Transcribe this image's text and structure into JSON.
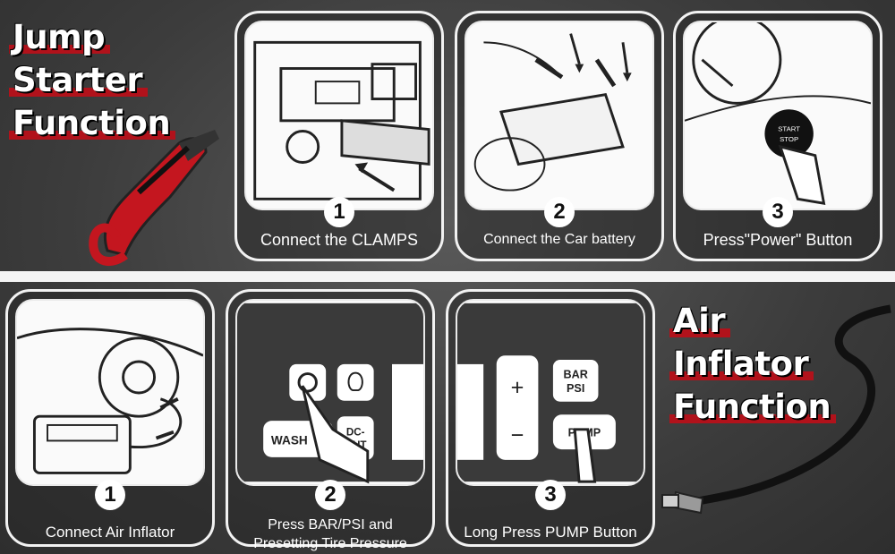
{
  "jump_starter": {
    "title_lines": [
      "Jump",
      "Starter",
      "Function"
    ],
    "steps": [
      {
        "number": "1",
        "caption": "Connect the CLAMPS"
      },
      {
        "number": "2",
        "caption": "Connect the Car battery"
      },
      {
        "number": "3",
        "caption": "Press\"Power\" Button"
      }
    ],
    "button_text": [
      "START",
      "STOP"
    ]
  },
  "air_inflator": {
    "title_lines": [
      "Air",
      "Inflator",
      "Function"
    ],
    "steps": [
      {
        "number": "1",
        "caption": "Connect Air Inflator"
      },
      {
        "number": "2",
        "caption_lines": [
          "Press BAR/PSI and",
          "Presetting Tire Pressure"
        ]
      },
      {
        "number": "3",
        "caption": "Long Press PUMP Button"
      }
    ],
    "panel_labels": {
      "wash": "WASH",
      "dc_out_1": "DC-",
      "dc_out_2": "OUT",
      "plus": "+",
      "minus": "−",
      "bar": "BAR",
      "psi": "PSI",
      "pump": "PUMP"
    }
  },
  "colors": {
    "accent_red": "#b1121b",
    "divider": "#f4f4f4"
  }
}
